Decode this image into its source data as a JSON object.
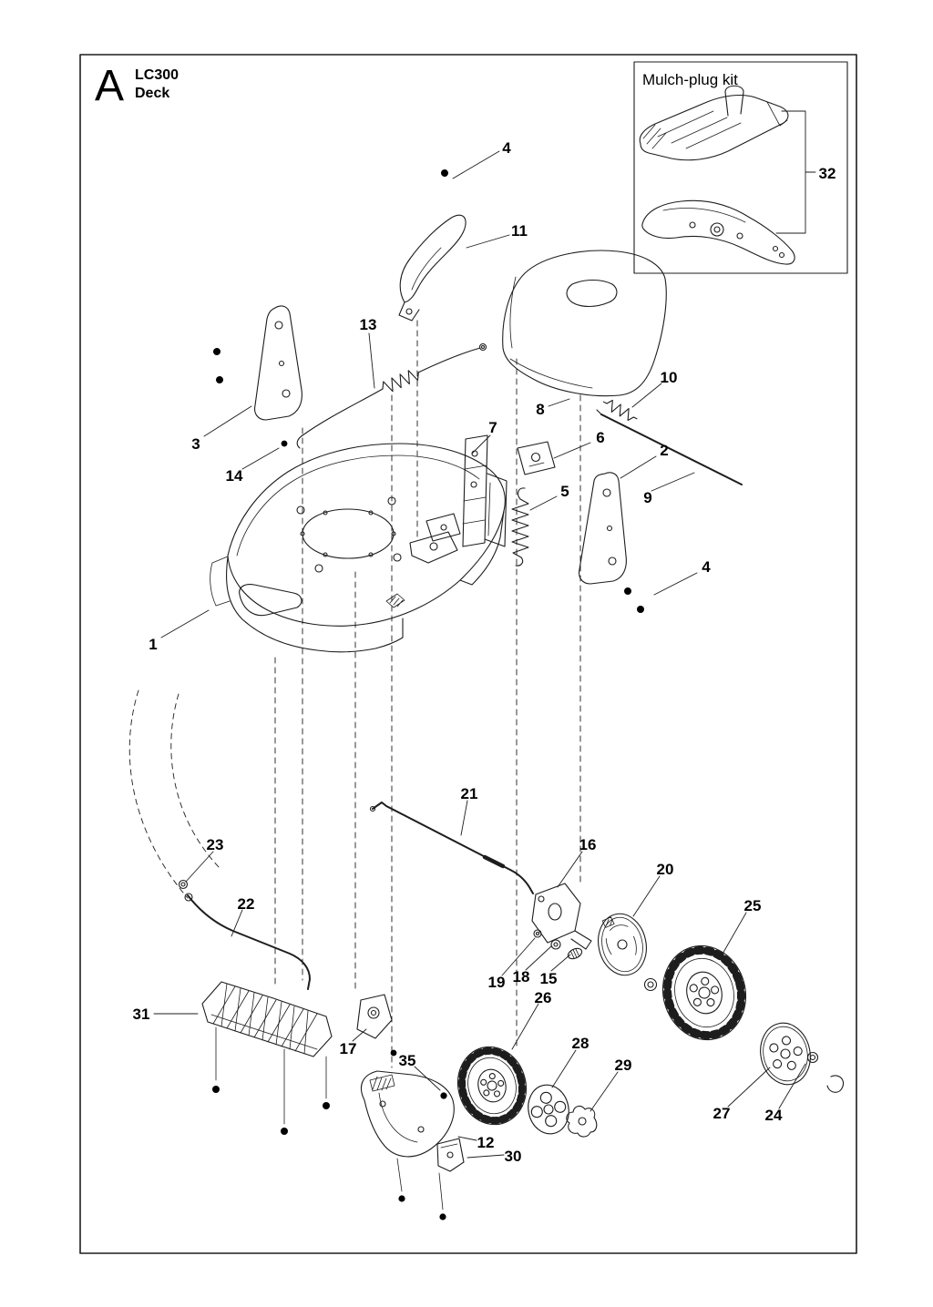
{
  "page": {
    "section_letter": "A",
    "model": "LC300",
    "title": "Deck"
  },
  "inset": {
    "title": "Mulch-plug kit"
  },
  "callouts": {
    "c1": "1",
    "c2": "2",
    "c3": "3",
    "c4": "4",
    "c5": "5",
    "c6": "6",
    "c7": "7",
    "c8": "8",
    "c9": "9",
    "c10": "10",
    "c11": "11",
    "c12": "12",
    "c13": "13",
    "c14": "14",
    "c15": "15",
    "c16": "16",
    "c17": "17",
    "c18": "18",
    "c19": "19",
    "c20": "20",
    "c21": "21",
    "c22": "22",
    "c23": "23",
    "c24": "24",
    "c25": "25",
    "c26": "26",
    "c27": "27",
    "c28": "28",
    "c29": "29",
    "c30": "30",
    "c31": "31",
    "c32": "32",
    "c35": "35"
  }
}
